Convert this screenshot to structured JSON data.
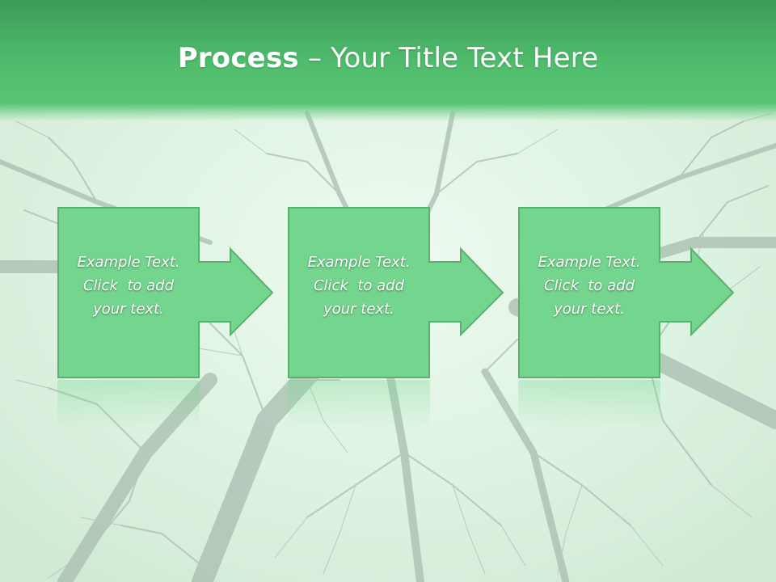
{
  "slide": {
    "title_bold": "Process",
    "title_rest": " – Your Title Text Here"
  },
  "steps": [
    {
      "line1": "Example Text.",
      "line2": "Click  to add",
      "line3": "your text."
    },
    {
      "line1": "Example Text.",
      "line2": "Click  to add",
      "line3": "your text."
    },
    {
      "line1": "Example Text.",
      "line2": "Click  to add",
      "line3": "your text."
    }
  ],
  "colors": {
    "header": "#52c06f",
    "box_fill": "#74d58e",
    "box_stroke": "#5bb070",
    "background": "#dff3e3"
  },
  "background_image": "bare-tree-canopy-looking-up"
}
